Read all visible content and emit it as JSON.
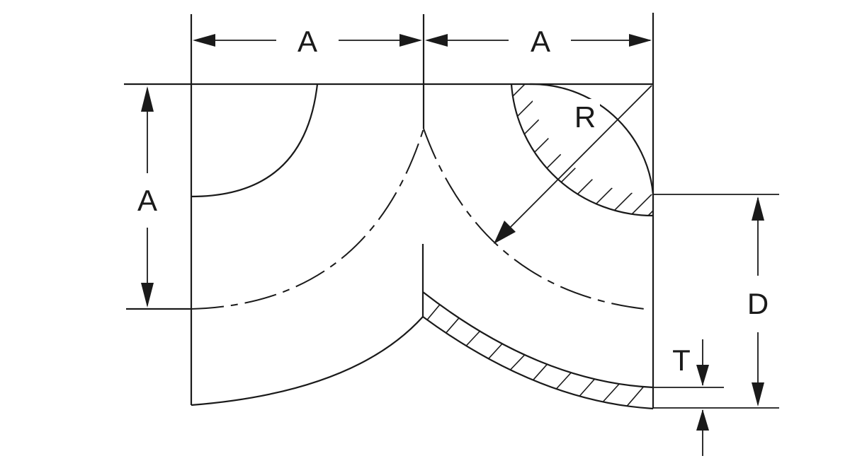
{
  "labels": {
    "top_left_dim": "A",
    "top_right_dim": "A",
    "left_vertical_dim": "A",
    "radius": "R",
    "diameter": "D",
    "thickness": "T"
  },
  "colors": {
    "ink": "#1a1a1a",
    "background": "#ffffff"
  }
}
